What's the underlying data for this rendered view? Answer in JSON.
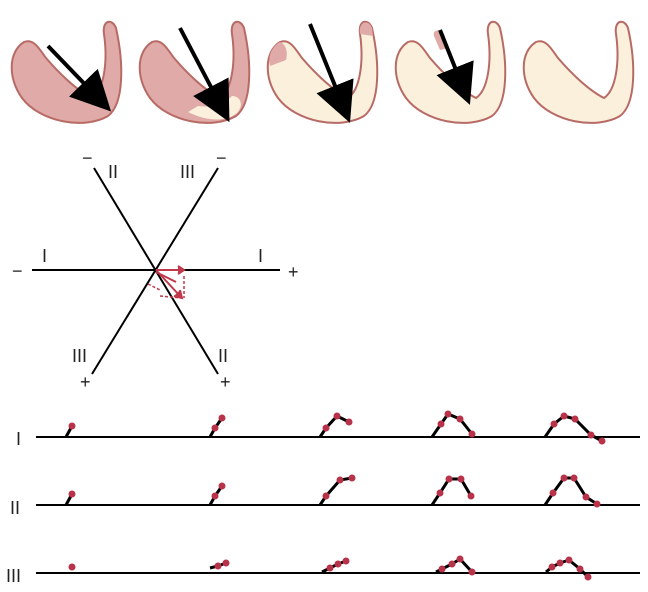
{
  "colors": {
    "depolarized": "#e0aaa8",
    "repolarized": "#fbf0dc",
    "outline": "#b86a65",
    "vector_arrow": "#000000",
    "lead_line": "#000000",
    "trace_dot": "#b8324a",
    "axis_vector": "#c0394a"
  },
  "heart_panels": [
    {
      "state": "fully depolarized",
      "arrow": true
    },
    {
      "state": "repolarization beginning at apex",
      "arrow": true
    },
    {
      "state": "mostly repolarized",
      "arrow": true
    },
    {
      "state": "nearly repolarized",
      "arrow": true
    },
    {
      "state": "fully repolarized",
      "arrow": false
    }
  ],
  "hexaxial": {
    "lead_I": {
      "label_left": "I",
      "label_right": "I",
      "neg": "−",
      "pos": "+"
    },
    "lead_II": {
      "label_top": "II",
      "label_bottom": "II",
      "neg": "−",
      "pos": "+"
    },
    "lead_III": {
      "label_top": "III",
      "label_bottom": "III",
      "neg": "−",
      "pos": "+"
    }
  },
  "traces": {
    "labels": [
      "I",
      "II",
      "III"
    ],
    "description": "T-wave building up over five successive stages in each limb lead"
  }
}
